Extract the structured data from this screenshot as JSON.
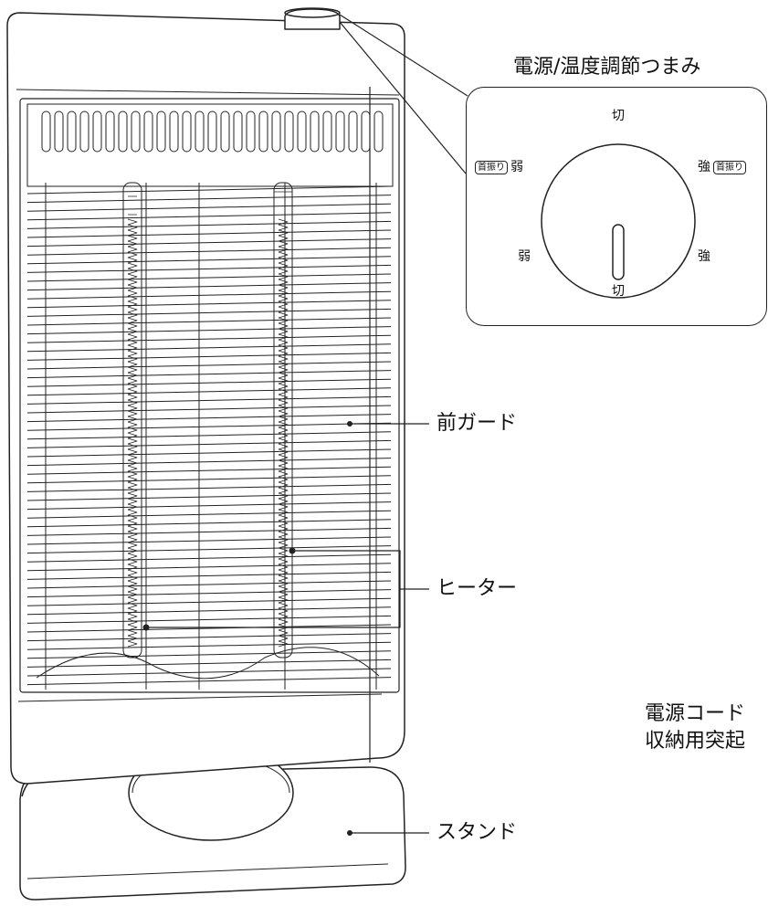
{
  "labels": {
    "knob_title": "電源/温度調節つまみ",
    "front_guard": "前ガード",
    "heater": "ヒーター",
    "cord_hook_line1": "電源コード",
    "cord_hook_line2": "収納用突起",
    "stand": "スタンド"
  },
  "dial": {
    "top": "切",
    "bottom": "切",
    "upper_left": "弱",
    "upper_right": "強",
    "lower_left": "弱",
    "lower_right": "強",
    "swing_badge": "首振り"
  }
}
